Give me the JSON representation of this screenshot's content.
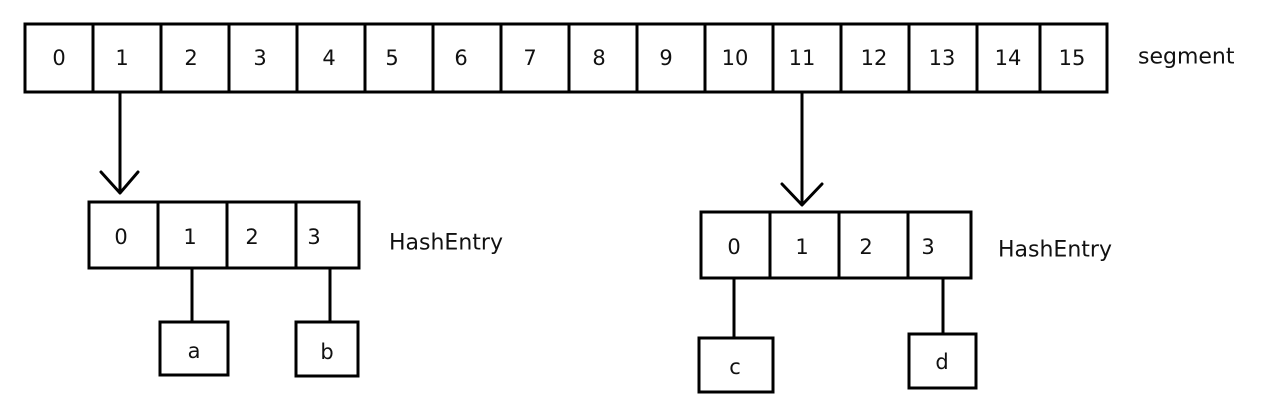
{
  "segment": {
    "cells": [
      "0",
      "1",
      "2",
      "3",
      "4",
      "5",
      "6",
      "7",
      "8",
      "9",
      "10",
      "11",
      "12",
      "13",
      "14",
      "15"
    ],
    "label": "segment"
  },
  "hash_entries": [
    {
      "cells": [
        "0",
        "1",
        "2",
        "3"
      ],
      "label": "HashEntry",
      "from_segment_index": 1,
      "nodes": [
        {
          "text": "a",
          "attached_cell": 1
        },
        {
          "text": "b",
          "attached_cell": 3
        }
      ]
    },
    {
      "cells": [
        "0",
        "1",
        "2",
        "3"
      ],
      "label": "HashEntry",
      "from_segment_index": 11,
      "nodes": [
        {
          "text": "c",
          "attached_cell": 0
        },
        {
          "text": "d",
          "attached_cell": 3
        }
      ]
    }
  ]
}
